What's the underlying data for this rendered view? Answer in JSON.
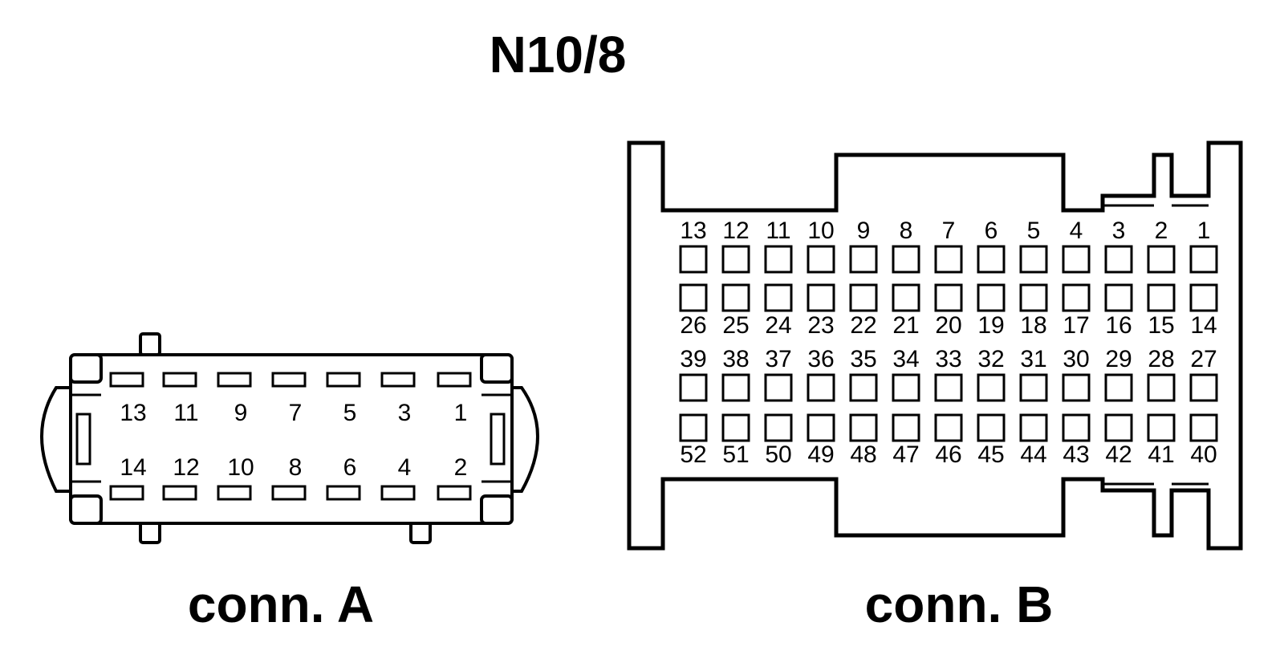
{
  "title": "N10/8",
  "connector_a": {
    "label": "conn. A",
    "top_row": [
      "13",
      "11",
      "9",
      "7",
      "5",
      "3",
      "1"
    ],
    "bottom_row": [
      "14",
      "12",
      "10",
      "8",
      "6",
      "4",
      "2"
    ]
  },
  "connector_b": {
    "label": "conn. B",
    "rows": [
      [
        "13",
        "12",
        "11",
        "10",
        "9",
        "8",
        "7",
        "6",
        "5",
        "4",
        "3",
        "2",
        "1"
      ],
      [
        "26",
        "25",
        "24",
        "23",
        "22",
        "21",
        "20",
        "19",
        "18",
        "17",
        "16",
        "15",
        "14"
      ],
      [
        "39",
        "38",
        "37",
        "36",
        "35",
        "34",
        "33",
        "32",
        "31",
        "30",
        "29",
        "28",
        "27"
      ],
      [
        "52",
        "51",
        "50",
        "49",
        "48",
        "47",
        "46",
        "45",
        "44",
        "43",
        "42",
        "41",
        "40"
      ]
    ]
  }
}
